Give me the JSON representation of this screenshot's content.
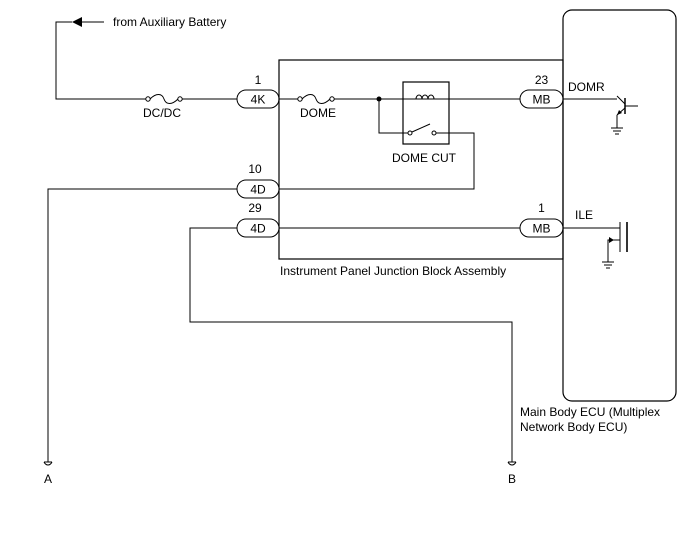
{
  "wiring_diagram": {
    "source_label": "from Auxiliary Battery",
    "fuses": {
      "dcdc": "DC/DC",
      "dome": "DOME"
    },
    "relay_label": "DOME CUT",
    "junction_block_label": "Instrument Panel Junction Block Assembly",
    "ecu_label_line1": "Main Body ECU (Multiplex",
    "ecu_label_line2": "Network Body ECU)",
    "connectors": [
      {
        "id": "4K",
        "pin": "1"
      },
      {
        "id": "MB",
        "pin": "23"
      },
      {
        "id": "4D",
        "pin": "10"
      },
      {
        "id": "4D",
        "pin": "29"
      },
      {
        "id": "MB",
        "pin": "1"
      }
    ],
    "signals": {
      "domr": "DOMR",
      "ile": "ILE"
    },
    "endpoints": {
      "a": "A",
      "b": "B"
    }
  }
}
